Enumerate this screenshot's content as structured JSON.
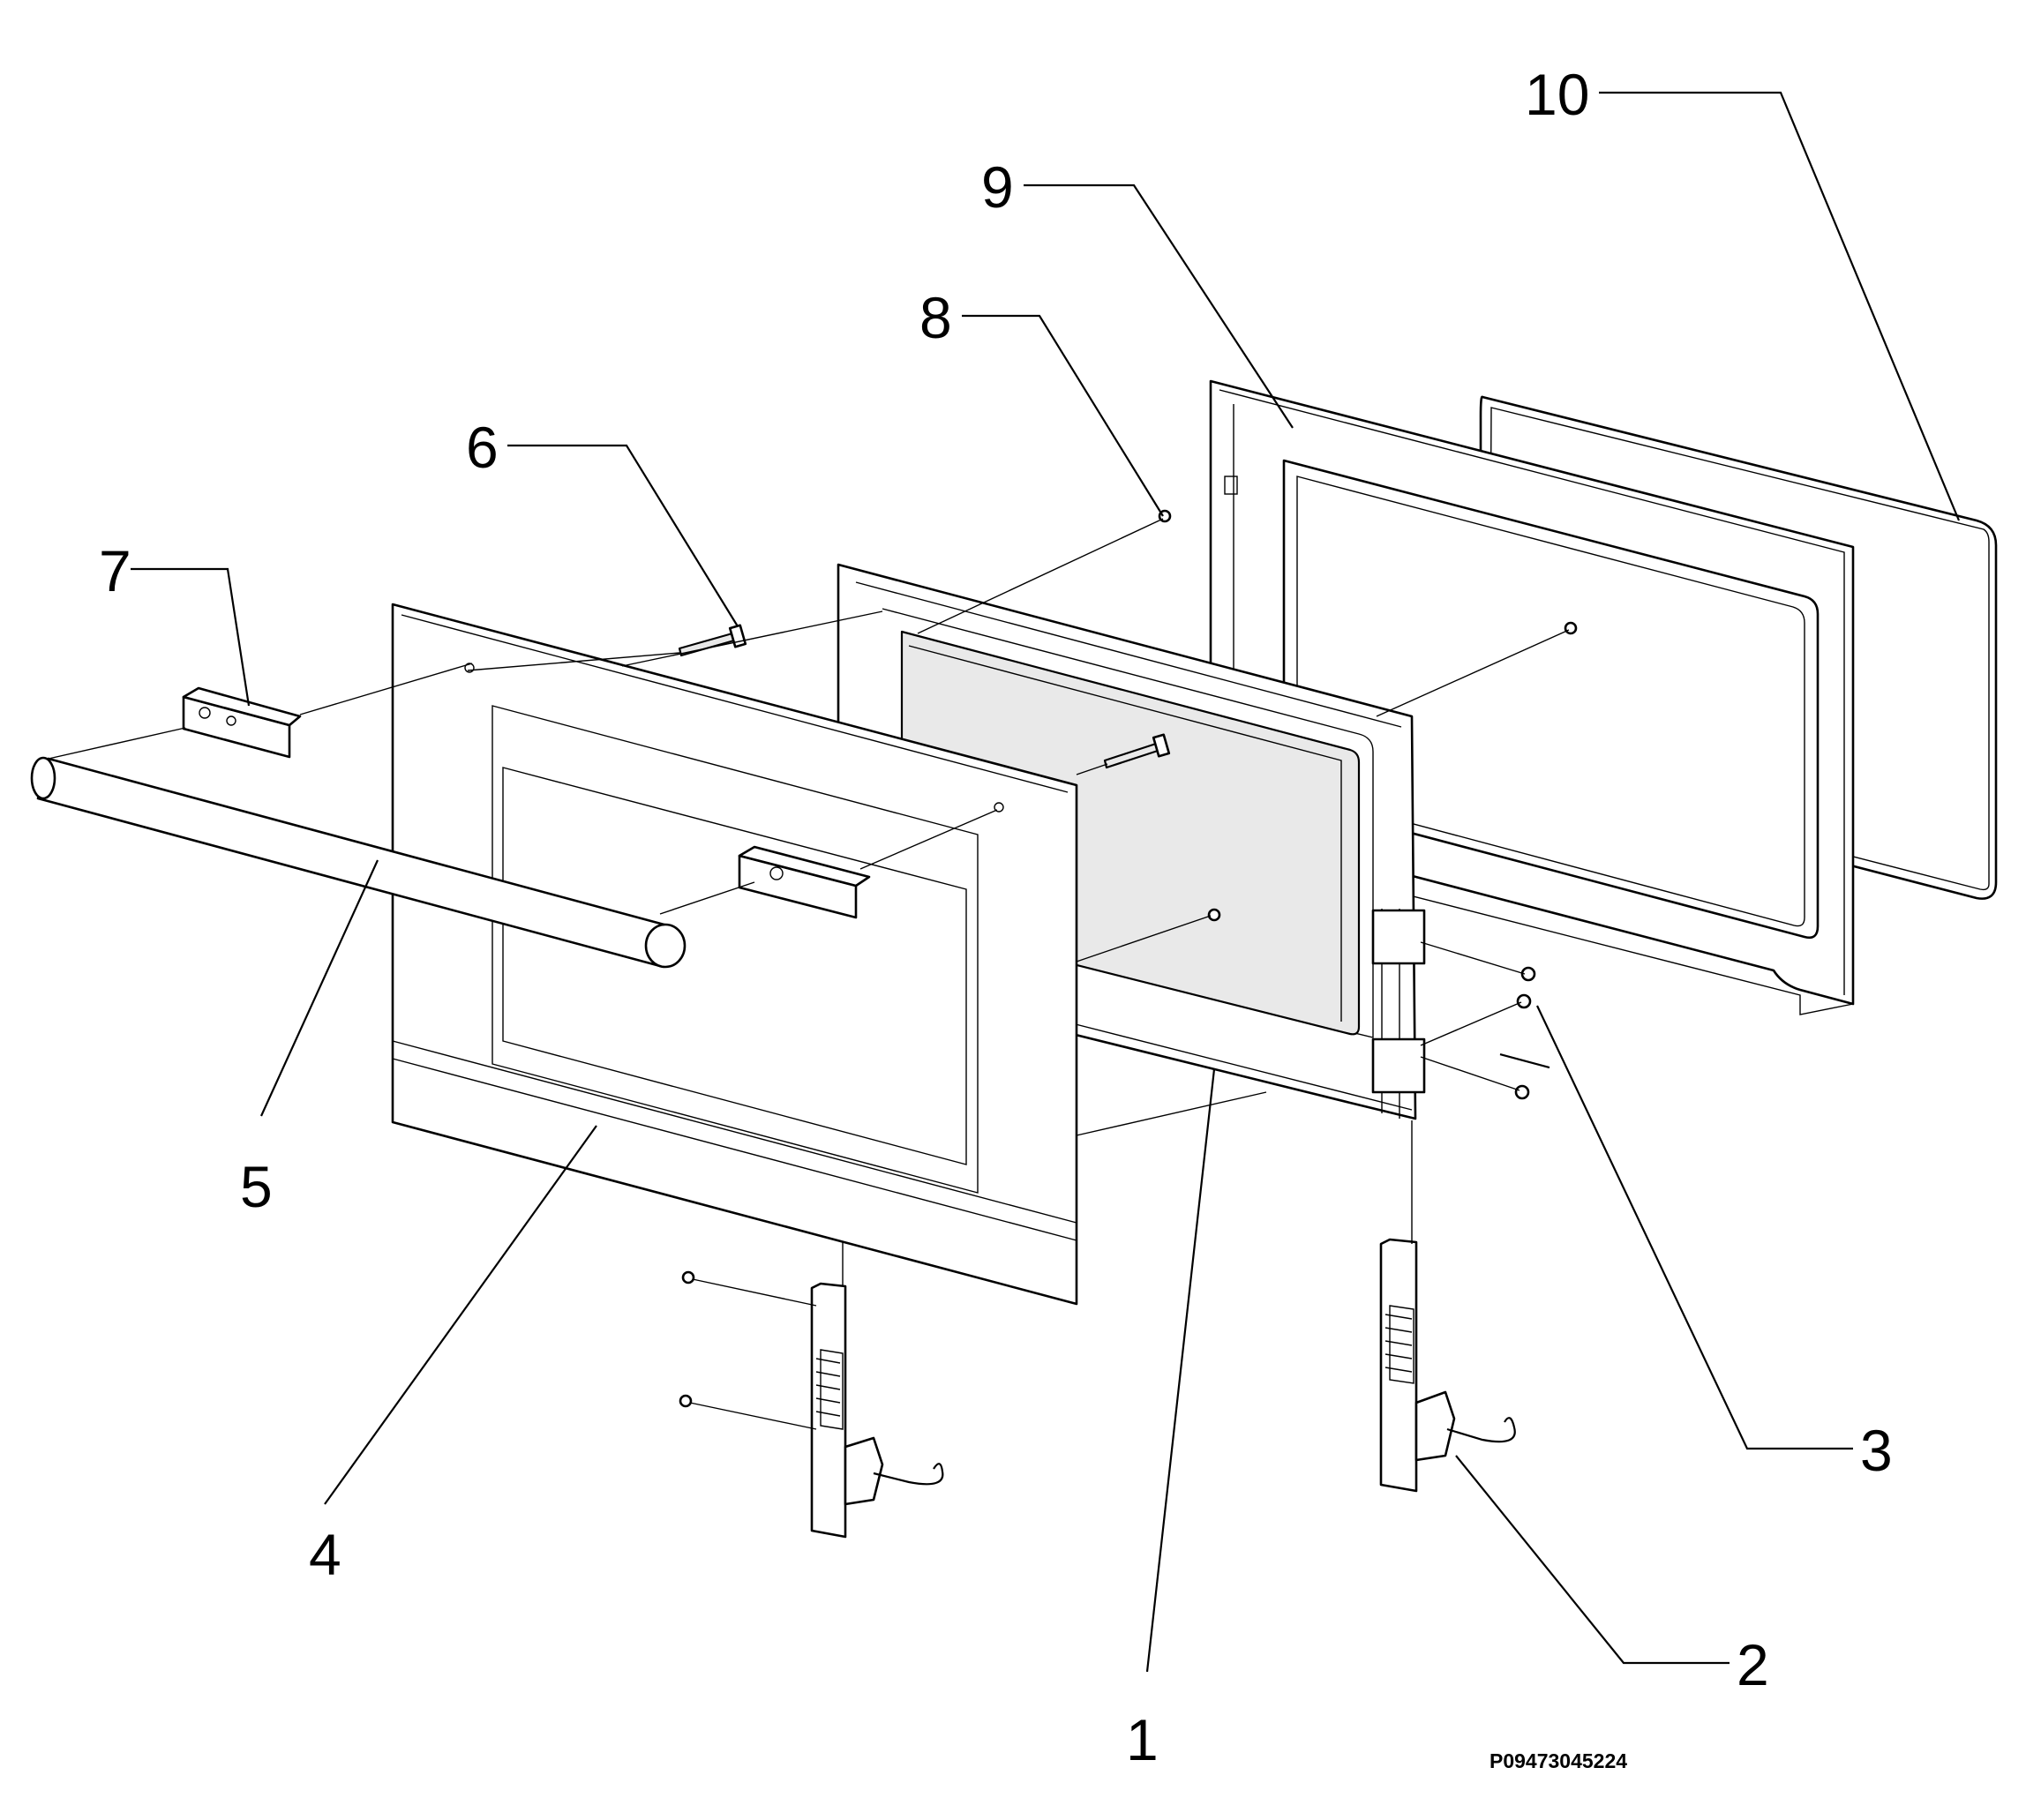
{
  "diagram": {
    "callouts": [
      {
        "label": "1"
      },
      {
        "label": "2"
      },
      {
        "label": "3"
      },
      {
        "label": "4"
      },
      {
        "label": "5"
      },
      {
        "label": "6"
      },
      {
        "label": "7"
      },
      {
        "label": "8"
      },
      {
        "label": "9"
      },
      {
        "label": "10"
      }
    ],
    "drawing_code": "P09473045224"
  }
}
